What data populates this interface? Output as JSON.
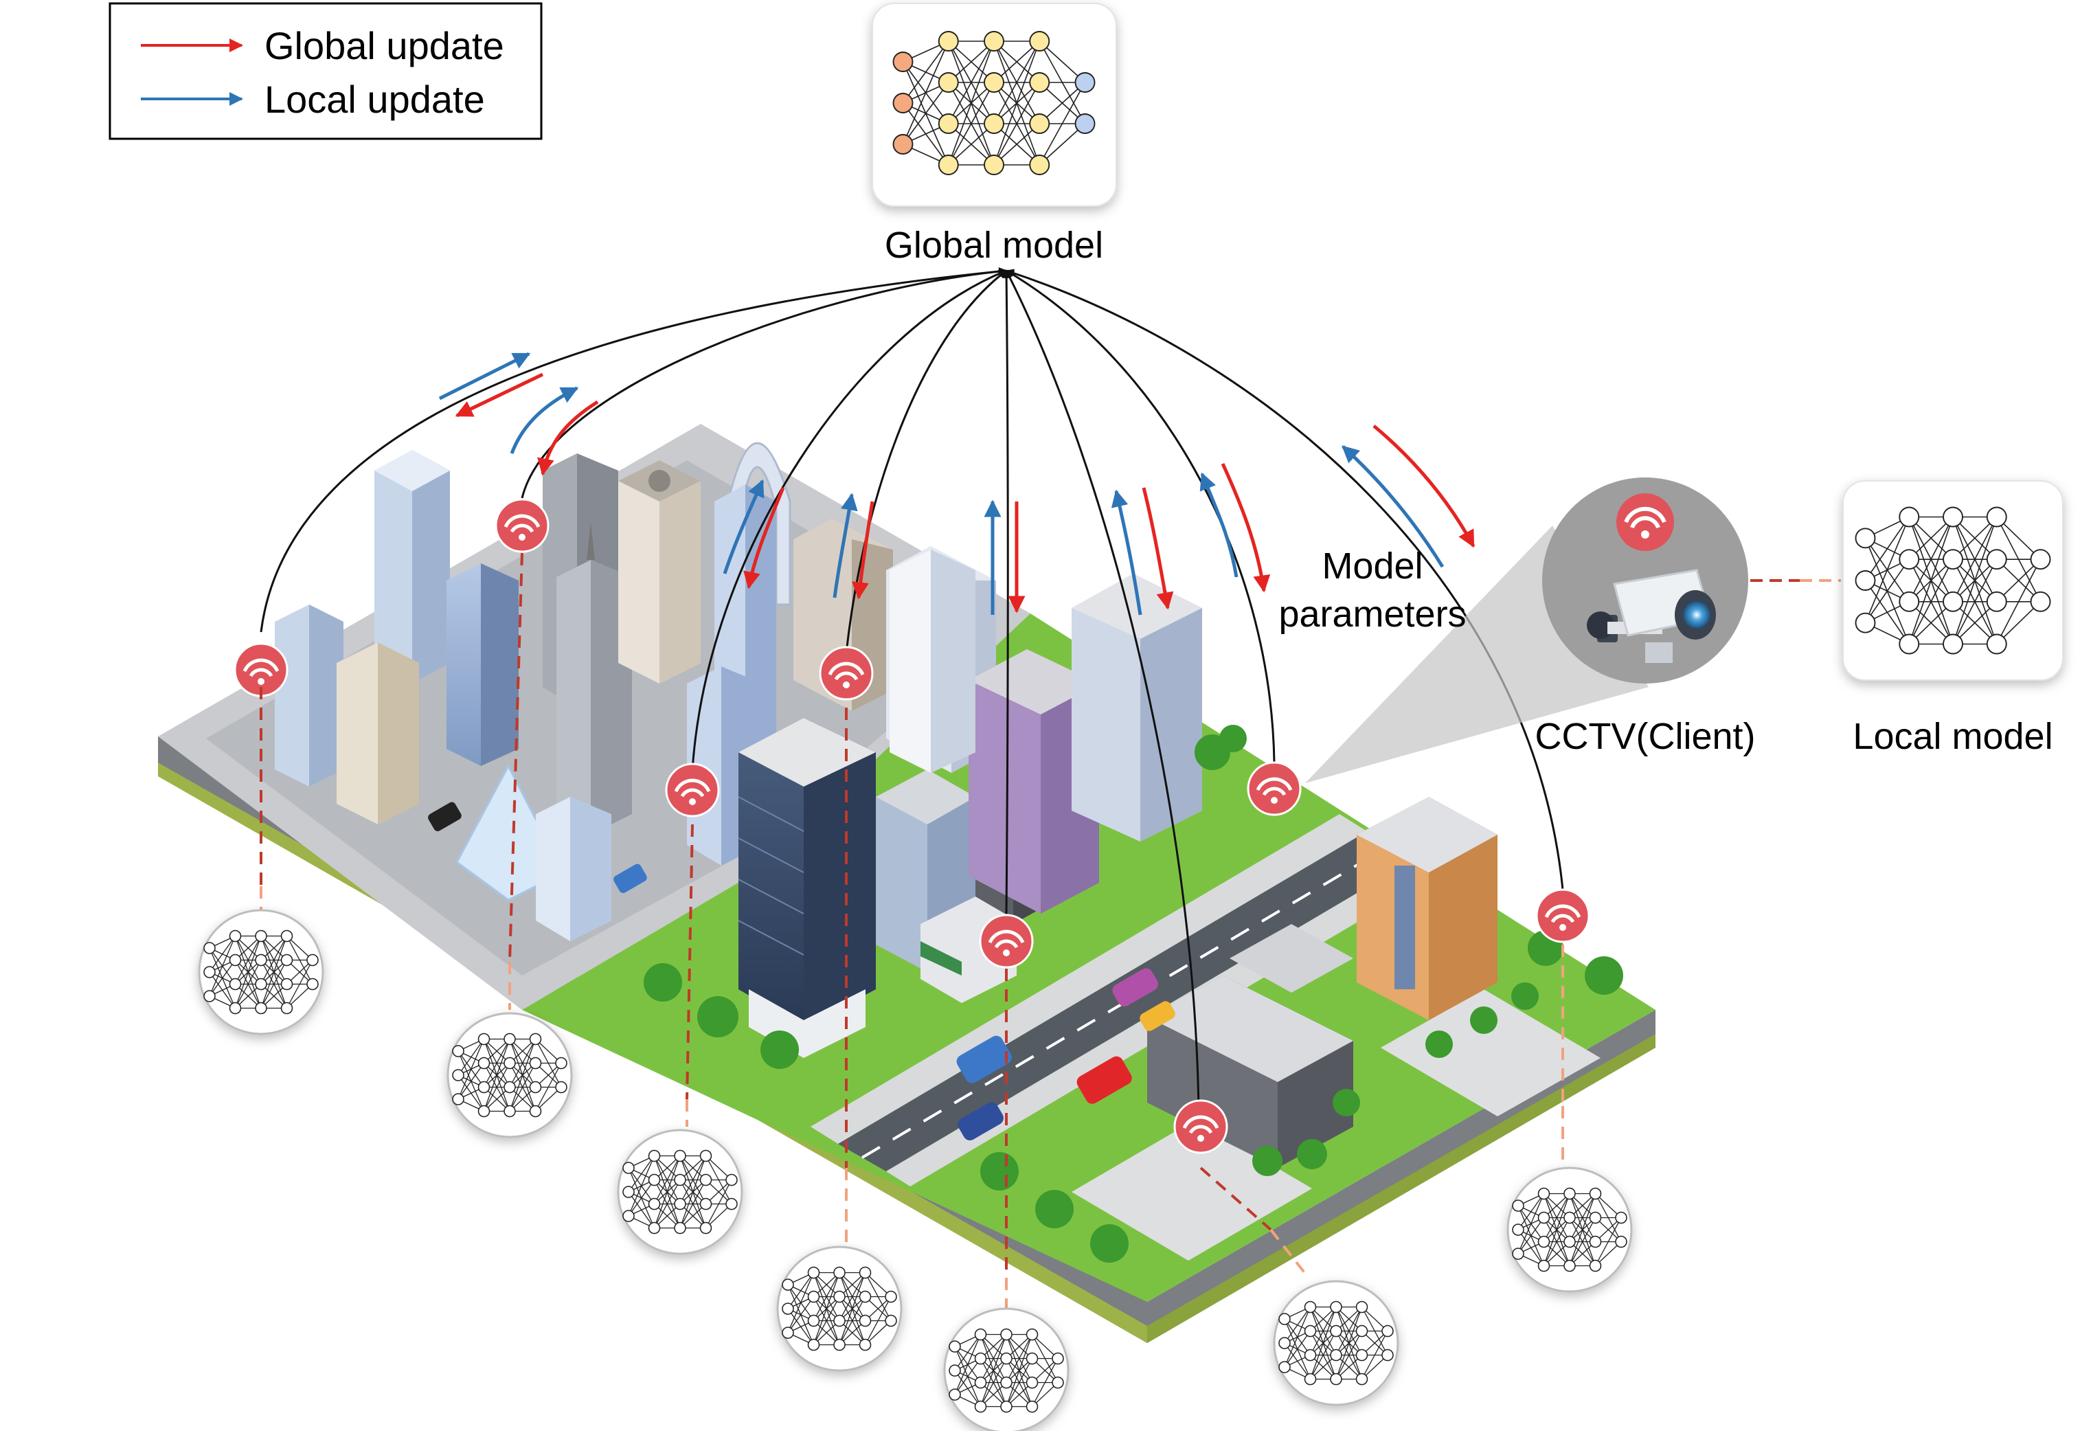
{
  "legend": {
    "global_update": "Global update",
    "local_update": "Local update"
  },
  "labels": {
    "global_model": "Global model",
    "model_parameters_line1": "Model",
    "model_parameters_line2": "parameters",
    "cctv_client": "CCTV(Client)",
    "local_model": "Local model"
  },
  "colors": {
    "global_update": "#e52421",
    "local_update": "#2e75b6",
    "wifi_marker": "#e0535a",
    "dashed_link": "#f2a27f",
    "ground_green": "#7cc242",
    "road": "#555b63"
  },
  "icons": {
    "global_model": "neural-network-icon",
    "local_model": "neural-network-icon",
    "client_marker": "wifi-icon",
    "camera": "cctv-camera-icon"
  },
  "clients": {
    "count": 8
  }
}
